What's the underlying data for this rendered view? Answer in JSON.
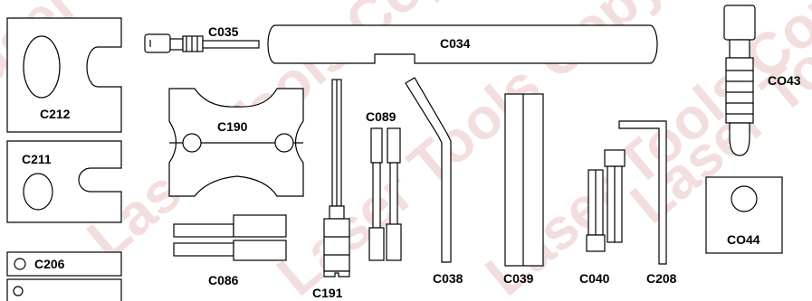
{
  "watermark": "Laser Tools Copyright",
  "colors": {
    "ink": "#000000",
    "watermark": "#f3dede",
    "background": "#ffffff"
  },
  "parts": {
    "c212": "C212",
    "c211": "C211",
    "c206": "C206",
    "c035": "C035",
    "c034": "C034",
    "c190": "C190",
    "c089": "C089",
    "c086": "C086",
    "c191": "C191",
    "c038": "C038",
    "c039": "C039",
    "c040": "C040",
    "c208": "C208",
    "c043": "CO43",
    "c044": "CO44"
  }
}
